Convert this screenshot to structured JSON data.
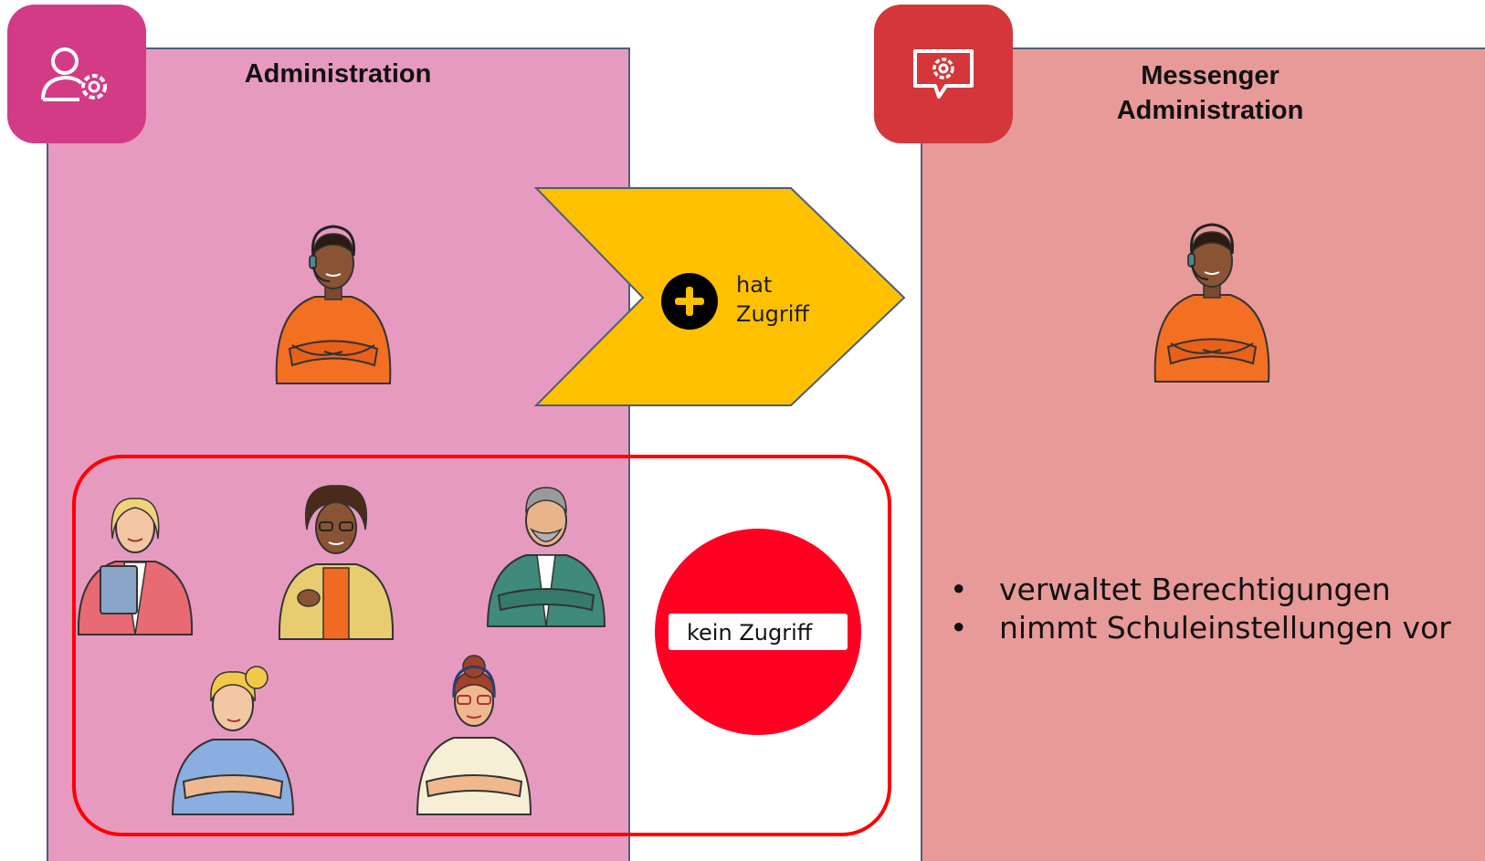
{
  "admin_panel": {
    "title": "Administration",
    "icon": "user-gear-icon",
    "color": "#e79ac0",
    "tile_color": "#d33b86"
  },
  "messenger_panel": {
    "title_line1": "Messenger",
    "title_line2": "Administration",
    "icon": "chat-gear-icon",
    "color": "#e89a99",
    "tile_color": "#d3373a"
  },
  "access_arrow": {
    "line1": "hat",
    "line2": "Zugriff",
    "icon": "plus-circle-icon",
    "color": "#ffc000"
  },
  "no_access": {
    "label": "kein Zugriff",
    "icon": "no-entry-sign-icon",
    "color": "#ff0022"
  },
  "duties": [
    "verwaltet Berechtigungen",
    "nimmt Schuleinstellungen vor"
  ],
  "people": {
    "admin_person": "headset-admin-person",
    "messenger_person": "headset-admin-person",
    "group": [
      "woman-with-tablet",
      "woman-with-headset-gesturing",
      "older-man-arms-crossed",
      "woman-arms-crossed",
      "woman-with-headset-arms-crossed"
    ]
  }
}
